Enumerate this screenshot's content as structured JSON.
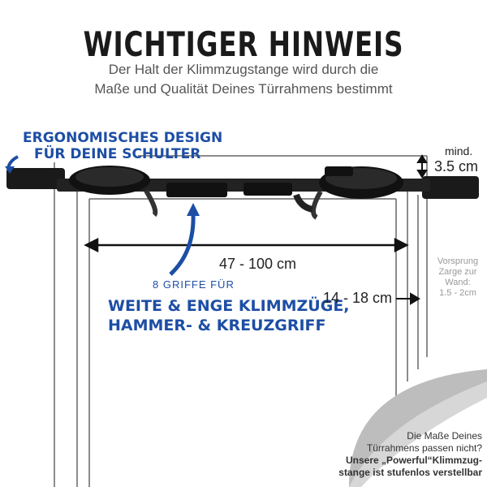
{
  "header": {
    "title": "WICHTIGER HINWEIS",
    "subtitle_line1": "Der Halt der Klimmzugstange wird durch die",
    "subtitle_line2": "Maße und Qualität Deines Türrahmens bestimmt"
  },
  "callouts": {
    "ergonomic_line1": "ERGONOMISCHES DESIGN",
    "ergonomic_line2": "FÜR DEINE SCHULTER",
    "grips_small": "8 GRIFFE FÜR",
    "grips_line1": "WEITE & ENGE KLIMMZÜGE,",
    "grips_line2": "HAMMER- & KREUZGRIFF"
  },
  "dimensions": {
    "width_range": "47 - 100 cm",
    "depth_range": "14 - 18 cm",
    "min_label": "mind.",
    "min_value": "3.5 cm",
    "offset_line1": "Vorsprung",
    "offset_line2": "Zarge zur",
    "offset_line3": "Wand:",
    "offset_line4": "1.5 - 2cm"
  },
  "footer": {
    "line1": "Die Maße Deines",
    "line2": "Türrahmens passen nicht?",
    "line3": "Unsere „Powerful“Klimmzug-",
    "line4": "stange ist stufenlos verstellbar"
  },
  "colors": {
    "accent_blue": "#1d4ea5",
    "bar_black": "#1a1a1a",
    "frame_gray": "#666666"
  }
}
